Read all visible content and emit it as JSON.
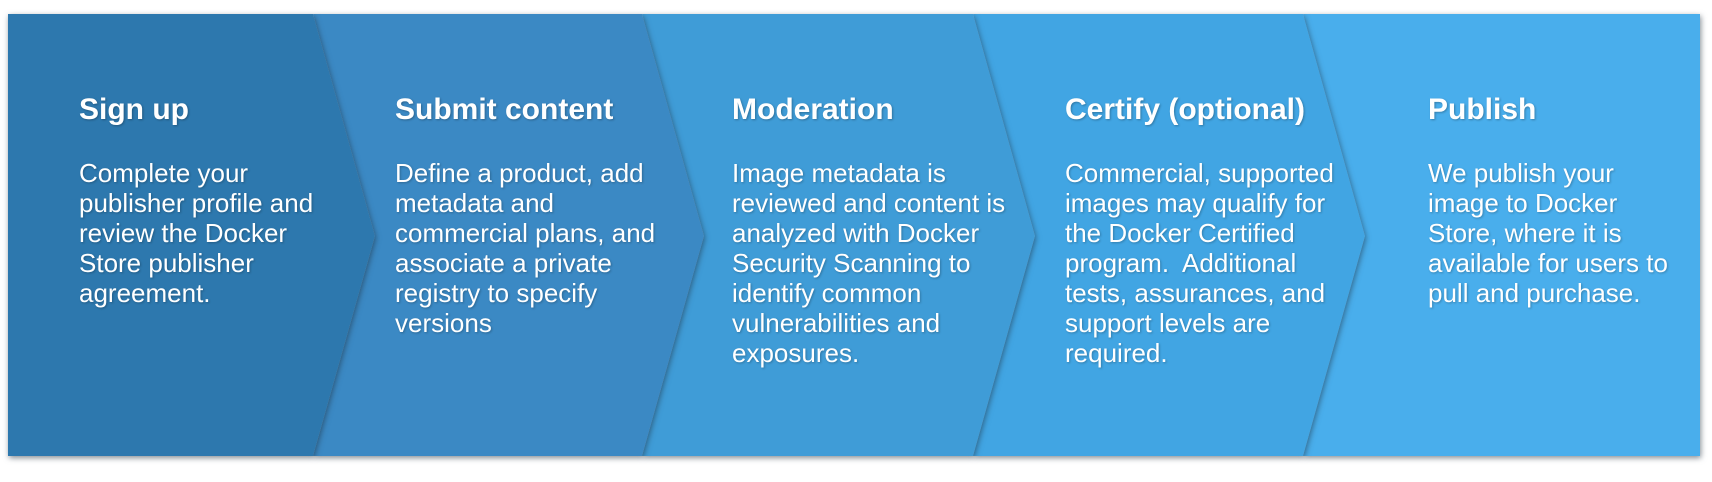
{
  "diagram": {
    "name": "Docker Store publisher workflow",
    "background_color": "#ffffff",
    "text_color": "#ffffff",
    "steps": [
      {
        "title": "Sign up",
        "description": "Complete your\npublisher profile and\nreview the Docker\nStore publisher\nagreement.",
        "color": "#2d78ae"
      },
      {
        "title": "Submit content",
        "description": "Define a product, add\nmetadata and\ncommercial plans, and\nassociate a private\nregistry to specify\nversions",
        "color": "#3b89c4"
      },
      {
        "title": "Moderation",
        "description": "Image metadata is\nreviewed and content is\nanalyzed with Docker\nSecurity Scanning to\nidentify common\nvulnerabilities and\nexposures.",
        "color": "#3f9cd7"
      },
      {
        "title": "Certify (optional)",
        "description": "Commercial, supported\nimages may qualify for\nthe Docker Certified\nprogram.  Additional\ntests, assurances, and\nsupport levels are\nrequired.",
        "color": "#41a5e3"
      },
      {
        "title": "Publish",
        "description": "We publish your\nimage to Docker\nStore, where it is\navailable for users to\npull and purchase.",
        "color": "#49aeec"
      }
    ]
  }
}
